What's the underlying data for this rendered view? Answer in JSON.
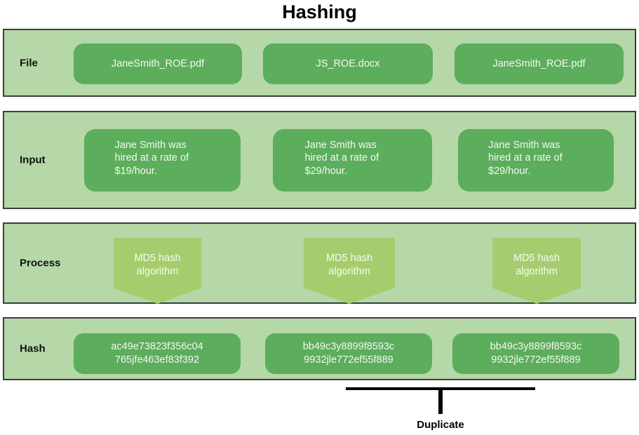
{
  "title": "Hashing",
  "colors": {
    "band_background": "#b6d7a8",
    "node_green": "#5cad5c",
    "process_arrow_green": "#a5cd6e",
    "border_dark": "#3d3d3d",
    "node_text": "#f4f8f2",
    "label_text": "#111111"
  },
  "rows": {
    "file": {
      "label": "File",
      "cells": [
        "JaneSmith_ROE.pdf",
        "JS_ROE.docx",
        "JaneSmith_ROE.pdf"
      ]
    },
    "input": {
      "label": "Input",
      "cells": [
        "Jane Smith was hired at a rate of $19/hour.",
        "Jane Smith was hired at a rate of $29/hour.",
        "Jane Smith was hired at a rate of $29/hour."
      ]
    },
    "process": {
      "label": "Process",
      "cells": [
        "MD5 hash algorithm",
        "MD5 hash algorithm",
        "MD5 hash algorithm"
      ]
    },
    "hash": {
      "label": "Hash",
      "cells": [
        {
          "lines": [
            "ac49e73823f356c04",
            "765jfe463ef83f392"
          ]
        },
        {
          "lines": [
            "bb49c3y8899f8593c",
            "9932jle772ef55f889"
          ]
        },
        {
          "lines": [
            "bb49c3y8899f8593c",
            "9932jle772ef55f889"
          ]
        }
      ]
    }
  },
  "annotation": {
    "duplicate_label": "Duplicate"
  }
}
